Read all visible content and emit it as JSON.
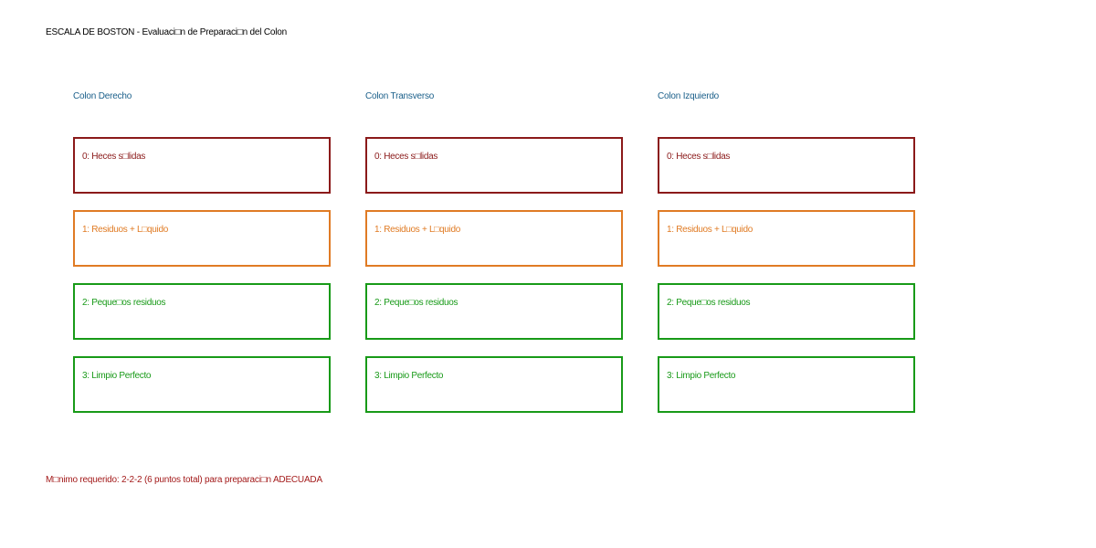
{
  "title": "ESCALA DE BOSTON - Evaluaci□n de Preparaci□n del Colon",
  "colors": {
    "title": "#000000",
    "column_label": "#1a5f8a",
    "score_0": "#8b1a1a",
    "score_1": "#e07b24",
    "score_2": "#189a18",
    "score_3": "#189a18",
    "footnote": "#a31a1a"
  },
  "columns": [
    {
      "label": "Colon Derecho",
      "scores": [
        "0: Heces s□lidas",
        "1: Residuos + L□quido",
        "2: Peque□os residuos",
        "3: Limpio Perfecto"
      ]
    },
    {
      "label": "Colon Transverso",
      "scores": [
        "0: Heces s□lidas",
        "1: Residuos + L□quido",
        "2: Peque□os residuos",
        "3: Limpio Perfecto"
      ]
    },
    {
      "label": "Colon Izquierdo",
      "scores": [
        "0: Heces s□lidas",
        "1: Residuos + L□quido",
        "2: Peque□os residuos",
        "3: Limpio Perfecto"
      ]
    }
  ],
  "footnote": "M□nimo requerido: 2-2-2 (6 puntos total) para preparaci□n ADECUADA"
}
